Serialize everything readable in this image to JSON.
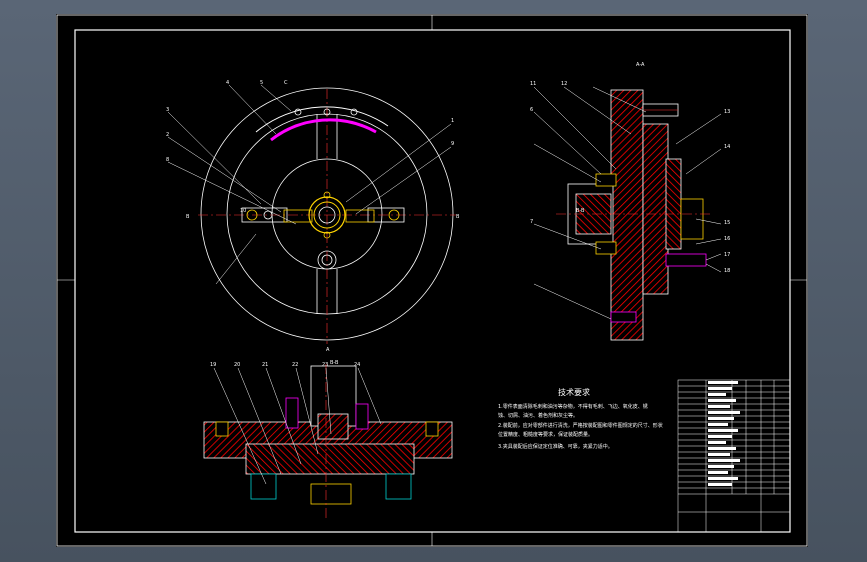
{
  "view_labels": {
    "section_a": "A-A",
    "section_b": "B-B",
    "mark_a": "A",
    "mark_b": "B",
    "mark_c": "C"
  },
  "tech_req": {
    "title": "技术要求",
    "lines": [
      "1.零件表面清除毛刺和油污等杂物，不得有毛刺、飞边、氧化皮、锈",
      "蚀、切屑、油污、着色剂和灰尘等。",
      "2.装配前，应对零部件进行清洗，严格按装配图和零件图规定的尺寸、形状",
      "位置精度、粗糙度等要求，保证装配质量。",
      "3.夹具装配后应保证定位准确、可靠，夹紧力适中。"
    ]
  },
  "callouts_top": [
    "4",
    "5",
    "3",
    "2",
    "8",
    "1",
    "9",
    "10"
  ],
  "callouts_right": [
    "11",
    "12",
    "13",
    "14",
    "6",
    "7",
    "15",
    "16",
    "17",
    "18"
  ],
  "callouts_bottom": [
    "19",
    "20",
    "21",
    "22",
    "23",
    "24"
  ],
  "colors": {
    "line_white": "#ffffff",
    "part_yellow": "#ffd400",
    "leader_magenta": "#ff00ff",
    "label_green": "#00ff44",
    "red_accent": "#ff3030",
    "hatch_red": "#ff0000",
    "center_cyan": "#00d0d0"
  }
}
